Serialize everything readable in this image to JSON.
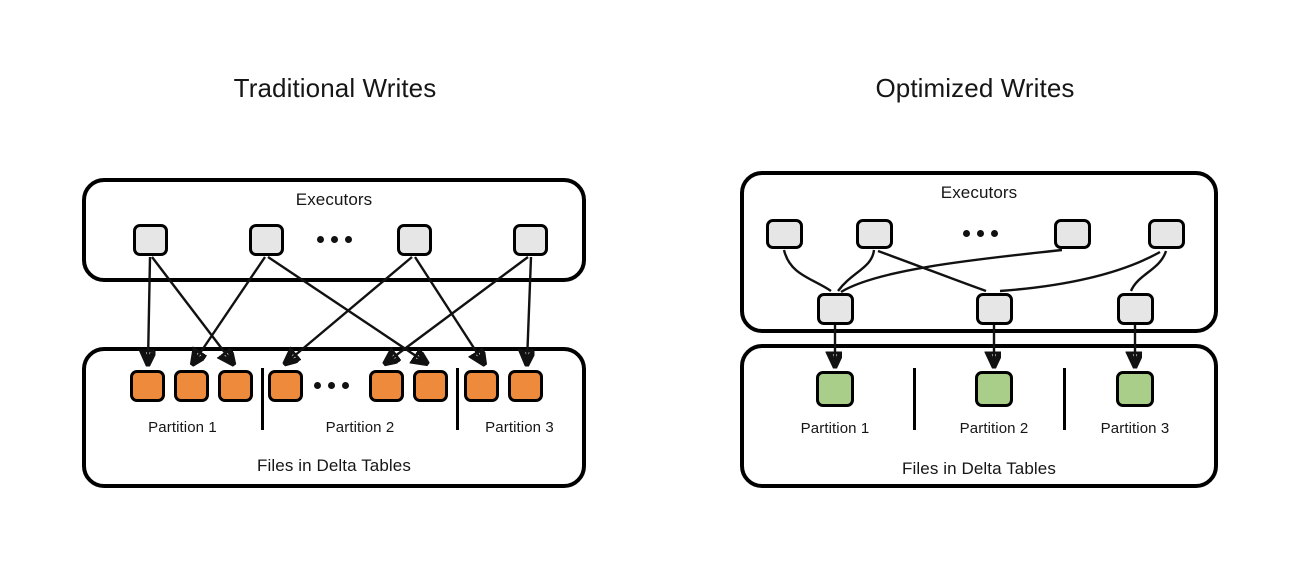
{
  "diagram": {
    "kind": "comparison-diagram",
    "background": "#ffffff",
    "colors": {
      "outline": "#000000",
      "executor_fill": "#e6e6e6",
      "traditional_file_fill": "#ed8a3c",
      "optimized_file_fill": "#a9ce89",
      "text": "#161616"
    }
  },
  "panels": [
    {
      "id": "traditional",
      "title": "Traditional Writes",
      "executors": {
        "label": "Executors",
        "nodes": [
          "executor-1",
          "executor-2",
          "executor-3",
          "executor-4"
        ],
        "ellipsis": "..."
      },
      "files": {
        "label": "Files in Delta Tables",
        "nodes": [
          "file-1",
          "file-2",
          "file-3",
          "file-4",
          "file-5",
          "file-6",
          "file-7",
          "file-8"
        ],
        "ellipsis": "...",
        "partitions": [
          "Partition 1",
          "Partition 2",
          "Partition 3"
        ]
      }
    },
    {
      "id": "optimized",
      "title": "Optimized Writes",
      "executors": {
        "label": "Executors",
        "nodes": [
          "executor-1",
          "executor-2",
          "executor-3",
          "executor-4"
        ],
        "ellipsis": "...",
        "writer_nodes": [
          "writer-1",
          "writer-2",
          "writer-3"
        ]
      },
      "files": {
        "label": "Files in Delta Tables",
        "nodes": [
          "file-1",
          "file-2",
          "file-3"
        ],
        "partitions": [
          "Partition 1",
          "Partition 2",
          "Partition 3"
        ]
      }
    }
  ],
  "chart_data": {
    "type": "diagram",
    "title": "Traditional Writes vs Optimized Writes",
    "panels": [
      {
        "name": "Traditional Writes",
        "executor_count": 4,
        "file_count": 8,
        "partition_count": 3,
        "edges": [
          {
            "from": "executor-1",
            "to": "file-1"
          },
          {
            "from": "executor-1",
            "to": "file-3"
          },
          {
            "from": "executor-2",
            "to": "file-2"
          },
          {
            "from": "executor-2",
            "to": "file-6"
          },
          {
            "from": "executor-3",
            "to": "file-4"
          },
          {
            "from": "executor-3",
            "to": "file-7"
          },
          {
            "from": "executor-4",
            "to": "file-5"
          },
          {
            "from": "executor-4",
            "to": "file-8"
          }
        ]
      },
      {
        "name": "Optimized Writes",
        "executor_count": 4,
        "writer_count": 3,
        "file_count": 3,
        "partition_count": 3,
        "edges": [
          {
            "from": "executor-1",
            "to": "writer-1"
          },
          {
            "from": "executor-2",
            "to": "writer-1"
          },
          {
            "from": "executor-2",
            "to": "writer-2"
          },
          {
            "from": "executor-3",
            "to": "writer-1"
          },
          {
            "from": "executor-4",
            "to": "writer-2"
          },
          {
            "from": "executor-4",
            "to": "writer-3"
          },
          {
            "from": "writer-1",
            "to": "file-1"
          },
          {
            "from": "writer-2",
            "to": "file-2"
          },
          {
            "from": "writer-3",
            "to": "file-3"
          }
        ]
      }
    ]
  }
}
